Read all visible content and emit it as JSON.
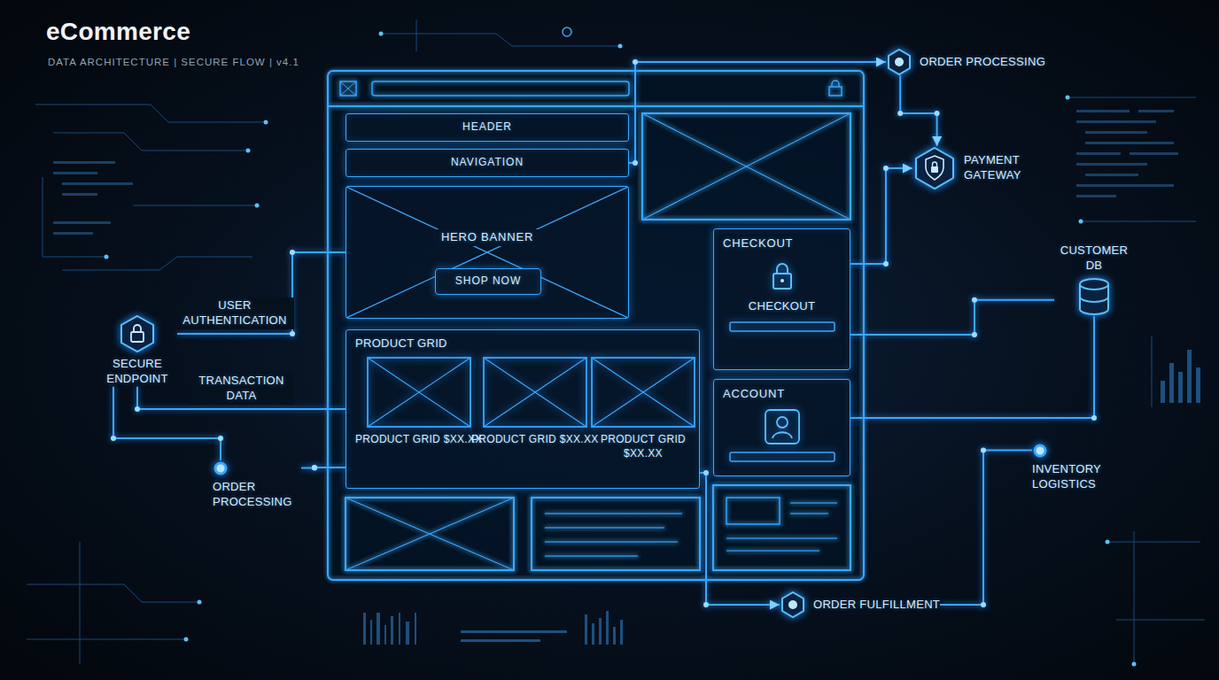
{
  "diagram": {
    "title": "eCommerce",
    "nodes": [
      {
        "text": [
          "HEADER"
        ]
      },
      {
        "text": [
          "NAVIGATION"
        ]
      },
      {
        "text": [
          "HERO BANNER"
        ]
      },
      {
        "text": [
          "SHOP NOW"
        ],
        "in": 2
      },
      {
        "text": [
          "PRODUCT GRID"
        ]
      },
      {
        "text": [
          "PRODUCT GRID $XX.XX"
        ],
        "in": 4
      },
      {
        "text": [
          "PRODUCT GRID $XX.XX"
        ],
        "in": 4
      },
      {
        "text": [
          "PRODUCT GRID $XX.XX"
        ],
        "in": 4
      },
      {
        "text": [
          "CHECKOUT",
          "CHECKOUT"
        ]
      },
      {
        "text": [
          "ACCOUNT"
        ]
      },
      {
        "text": [
          "ORDER PROCESSING"
        ]
      },
      {
        "text": [
          "PAYMENT GATEWAY"
        ]
      },
      {
        "text": [
          "CUSTOMER DB"
        ]
      },
      {
        "text": [
          "SECURE ENDPOINT"
        ]
      },
      {
        "text": [
          "ORDER PROCESSING"
        ]
      },
      {
        "text": [
          "INVENTORY LOGISTICS"
        ]
      },
      {
        "text": [
          "ORDER FULFILLMENT"
        ]
      }
    ],
    "edges": [
      {
        "from": 13,
        "to": 2,
        "label": "USER AUTHENTICATION",
        "arrow": "none"
      },
      {
        "from": 13,
        "to": 4,
        "label": "TRANSACTION DATA",
        "arrow": "none"
      },
      {
        "from": 13,
        "to": 14,
        "arrow": "none"
      },
      {
        "from": 14,
        "to": 4,
        "arrow": "none"
      },
      {
        "from": 1,
        "to": 10,
        "arrow": "to"
      },
      {
        "from": 10,
        "to": 11,
        "arrow": "to"
      },
      {
        "from": 8,
        "to": 11,
        "arrow": "to"
      },
      {
        "from": 8,
        "to": 12,
        "arrow": "none"
      },
      {
        "from": 9,
        "to": 12,
        "arrow": "none"
      },
      {
        "from": 4,
        "to": 16,
        "arrow": "to"
      },
      {
        "from": 16,
        "to": 15,
        "arrow": "none"
      }
    ],
    "labels": [
      "DATA ARCHITECTURE | SECURE FLOW | v4.1"
    ]
  }
}
